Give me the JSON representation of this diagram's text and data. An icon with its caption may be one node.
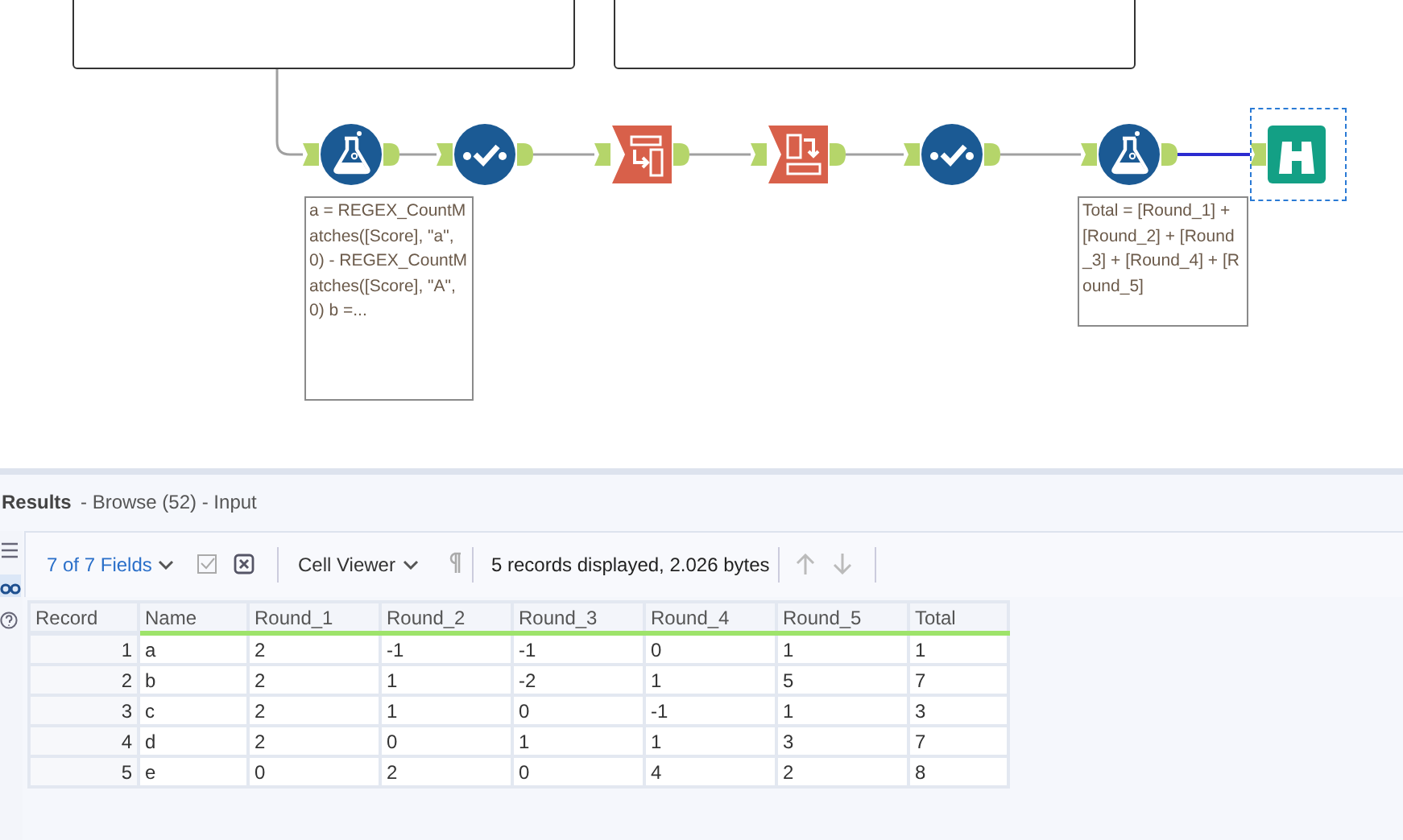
{
  "diagram": {
    "nodes": [
      {
        "text": [],
        "shape": "box"
      },
      {
        "text": [],
        "shape": "box"
      },
      {
        "text": [],
        "shape": "picture",
        "beside": [
          "a = REGEX_CountMatches([Score], \"a\",0) - REGEX_CountMatches([Score], \"A\", 0) b =..."
        ]
      },
      {
        "text": [],
        "shape": "picture"
      },
      {
        "text": [],
        "shape": "picture"
      },
      {
        "text": [],
        "shape": "picture"
      },
      {
        "text": [],
        "shape": "picture"
      },
      {
        "text": [],
        "shape": "picture",
        "beside": [
          "Total = [Round_1] + [Round_2] + [Round_3] + [Round_4] + [Round_5]"
        ]
      },
      {
        "text": [],
        "shape": "picture"
      }
    ],
    "edges": [
      {
        "from": 0,
        "to": 2,
        "arrow": "none"
      },
      {
        "from": 2,
        "to": 3,
        "arrow": "none"
      },
      {
        "from": 3,
        "to": 4,
        "arrow": "none"
      },
      {
        "from": 4,
        "to": 5,
        "arrow": "none"
      },
      {
        "from": 5,
        "to": 6,
        "arrow": "none"
      },
      {
        "from": 6,
        "to": 7,
        "arrow": "none"
      },
      {
        "from": 7,
        "to": 8,
        "arrow": "none",
        "color": "#2b2bd0"
      }
    ],
    "labels": [
      "Results",
      "- Browse (52) - Input",
      "7 of 7 Fields",
      "Cell Viewer",
      "5 records displayed, 2.026 bytes",
      "Record",
      "Name",
      "Round_1",
      "Round_2",
      "Round_3",
      "Round_4",
      "Round_5",
      "Total",
      "1",
      "a",
      "2",
      "-1",
      "-1",
      "0",
      "1",
      "1",
      "2",
      "b",
      "2",
      "1",
      "-2",
      "1",
      "5",
      "7",
      "3",
      "c",
      "2",
      "1",
      "0",
      "-1",
      "1",
      "3",
      "4",
      "d",
      "2",
      "0",
      "1",
      "1",
      "3",
      "7",
      "5",
      "e",
      "0",
      "2",
      "0",
      "4",
      "2",
      "8"
    ]
  }
}
